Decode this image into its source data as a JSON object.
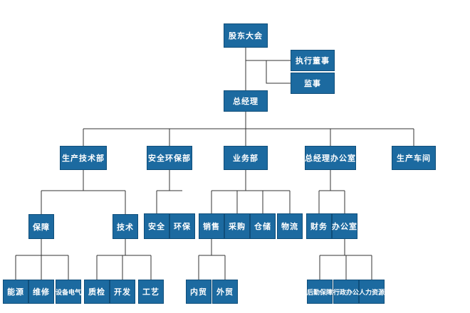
{
  "org": {
    "shareholders": "股东大会",
    "board": "执行董事",
    "supervisor": "监事",
    "gm": "总经理",
    "dept_prodtech": "生产技术部",
    "dept_safety": "安全环保部",
    "dept_business": "业务部",
    "dept_office": "总经理办公室",
    "dept_workshop": "生产车间",
    "baozhang": "保障",
    "jishu": "技术",
    "anquan": "安全",
    "huanbao": "环保",
    "xiaoshou": "销售",
    "caigou": "采购",
    "cangchu": "仓储",
    "wuliu": "物流",
    "caiwu": "财务",
    "bangongshi": "办公室",
    "nengyuan": "能源",
    "weixiu": "维修",
    "shebei": "设备电气",
    "zhijian": "质检",
    "kaifa": "开发",
    "gongyi": "工艺",
    "neimao": "内贸",
    "waimao": "外贸",
    "houqin": "后勤保障",
    "xingzheng": "行政办公",
    "renli": "人力资源"
  }
}
